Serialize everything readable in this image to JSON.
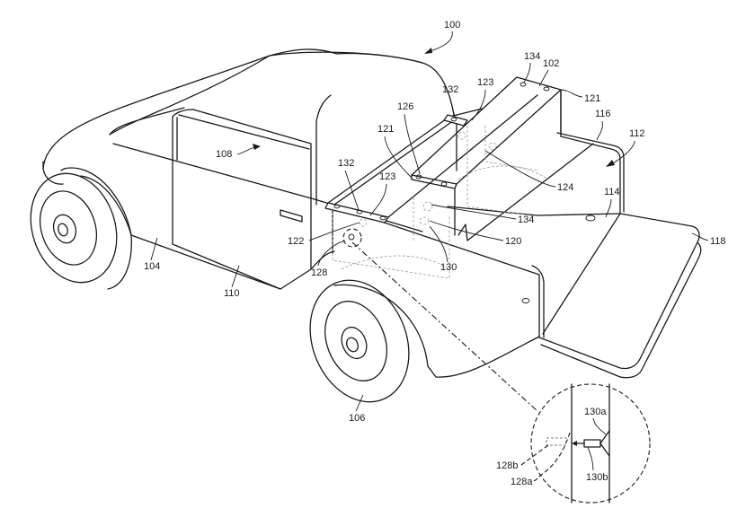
{
  "figure": {
    "type": "patent-drawing",
    "subject": "pickup truck with bed-mounted cross member bracket",
    "reference_numerals": {
      "vehicle": "100",
      "bracket_top": "102",
      "front_wheel_body": "104",
      "rear_wheel": "106",
      "cab": "108",
      "door": "110",
      "cargo_bed": "112",
      "bed_floor": "114",
      "bed_sidewall": "116",
      "tailgate": "118",
      "bracket_body": "120",
      "flange_left": "121",
      "flange_right": "121",
      "bed_rail_mount": "122",
      "rail_front": "123",
      "rail_rear": "123",
      "bracket_arm": "124",
      "fastener_126": "126",
      "receiver": "128",
      "connector": "130",
      "hole_front": "132",
      "hole_rear": "132",
      "bolt_top": "134",
      "bolt_side": "134"
    },
    "detail_view": {
      "labels": {
        "connector_a": "130a",
        "connector_b": "130b",
        "receiver_b": "128b",
        "receiver_a": "128a"
      }
    }
  }
}
